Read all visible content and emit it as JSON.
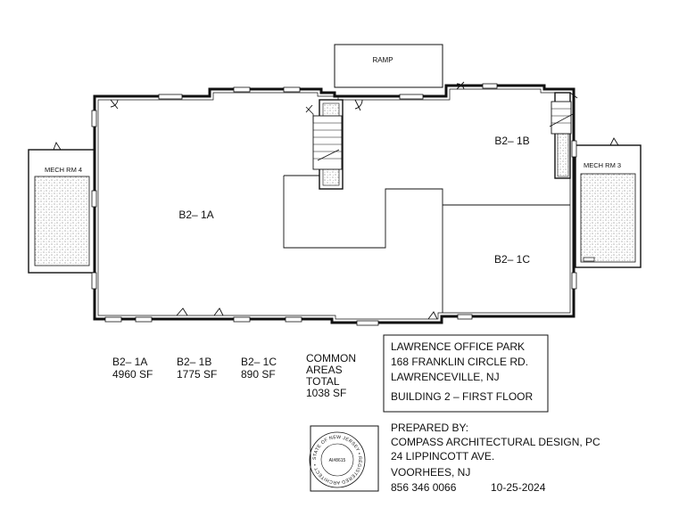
{
  "plan": {
    "ramp_label": "RAMP",
    "mech_rm_4": "MECH RM 4",
    "mech_rm_3": "MECH RM 3",
    "units": [
      {
        "id": "b2-1a",
        "label": "B2– 1A"
      },
      {
        "id": "b2-1b",
        "label": "B2– 1B"
      },
      {
        "id": "b2-1c",
        "label": "B2– 1C"
      }
    ]
  },
  "areas": [
    {
      "name": "B2– 1A",
      "sf": "4960 SF"
    },
    {
      "name": "B2– 1B",
      "sf": "1775 SF"
    },
    {
      "name": "B2– 1C",
      "sf": "890 SF"
    }
  ],
  "common": {
    "line1": "COMMON",
    "line2": "AREAS",
    "line3": "TOTAL",
    "line4": "1038 SF"
  },
  "title_block": {
    "line1": "LAWRENCE OFFICE PARK",
    "line2": "168 FRANKLIN CIRCLE RD.",
    "line3": "LAWRENCEVILLE, NJ",
    "line4": "BUILDING 2 – FIRST FLOOR"
  },
  "prepared": {
    "heading": "PREPARED BY:",
    "firm": "COMPASS ARCHITECTURAL DESIGN, PC",
    "street": "24 LIPPINCOTT AVE.",
    "city": "VOORHEES, NJ",
    "phone": "856 346 0066",
    "date": "10-25-2024"
  },
  "seal": {
    "ring_text": "STATE OF NEW JERSEY • REGISTERED ARCHITECT •",
    "number": "AI#8615"
  }
}
